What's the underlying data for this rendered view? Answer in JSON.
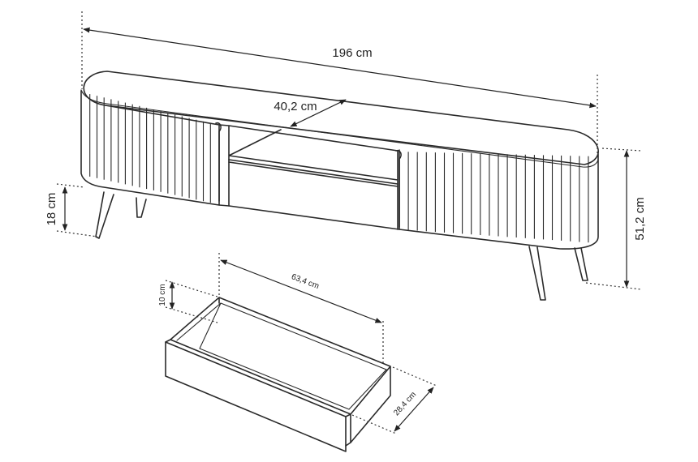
{
  "dimensions": {
    "width": "196 cm",
    "depth": "40,2 cm",
    "height": "51,2 cm",
    "leg_height": "18 cm",
    "drawer_width": "63,4 cm",
    "drawer_height": "10 cm",
    "drawer_depth": "28,4 cm"
  },
  "colors": {
    "line": "#2a2a2a",
    "background": "#ffffff"
  }
}
